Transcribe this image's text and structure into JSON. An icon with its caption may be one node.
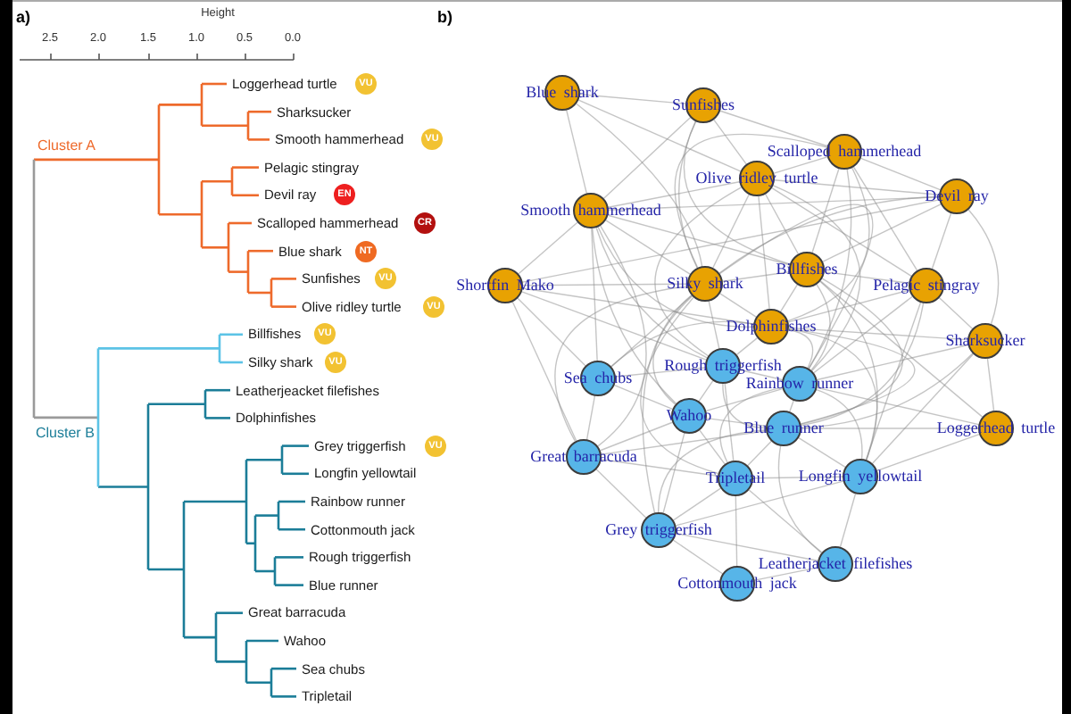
{
  "diagram": {
    "nodes": [
      {
        "text": [
          "VU"
        ]
      },
      {
        "text": [
          "VU"
        ]
      },
      {
        "text": [
          "EN"
        ]
      },
      {
        "text": [
          "CR"
        ]
      },
      {
        "text": [
          "NT"
        ]
      },
      {
        "text": [
          "VU"
        ]
      },
      {
        "text": [
          "VU"
        ]
      },
      {
        "text": [
          "VU"
        ]
      },
      {
        "text": [
          "VU"
        ]
      },
      {
        "text": [
          "VU"
        ]
      },
      {
        "text": [
          "Blue shark"
        ]
      },
      {
        "text": [
          "Sunfishes"
        ]
      },
      {
        "text": [
          "Scalloped hammerhead"
        ]
      },
      {
        "text": [
          "Olive ridley turtle"
        ]
      },
      {
        "text": [
          "Devil ray"
        ]
      },
      {
        "text": [
          "Smooth hammerhead"
        ]
      },
      {
        "text": [
          "Billfishes"
        ]
      },
      {
        "text": [
          "Shortfin Mako"
        ]
      },
      {
        "text": [
          "Silky shark"
        ]
      },
      {
        "text": [
          "Pelagic stingray"
        ]
      },
      {
        "text": [
          "Dolphinfishes"
        ]
      },
      {
        "text": [
          "Sharksucker"
        ]
      },
      {
        "text": [
          "Rough triggerfish"
        ]
      },
      {
        "text": [
          "Sea chubs"
        ]
      },
      {
        "text": [
          "Rainbow runner"
        ]
      },
      {
        "text": [
          "Wahoo"
        ]
      },
      {
        "text": [
          "Blue runner"
        ]
      },
      {
        "text": [
          "Loggerhead turtle"
        ]
      },
      {
        "text": [
          "Great barracuda"
        ]
      },
      {
        "text": [
          "Longfin yellowtail"
        ]
      },
      {
        "text": [
          "Tripletail"
        ]
      },
      {
        "text": [
          "Grey triggerfish"
        ]
      },
      {
        "text": [
          "Leatherjacket filefishes"
        ]
      },
      {
        "text": [
          "Cottonmouth jack"
        ]
      }
    ],
    "edges": [
      {
        "from": 10,
        "to": 18,
        "arrow": "none"
      },
      {
        "from": 10,
        "to": 11,
        "arrow": "none"
      },
      {
        "from": 10,
        "to": 13,
        "arrow": "none"
      },
      {
        "from": 10,
        "to": 15,
        "arrow": "none"
      },
      {
        "from": 11,
        "to": 18,
        "arrow": "none"
      },
      {
        "from": 11,
        "to": 16,
        "arrow": "none"
      },
      {
        "from": 11,
        "to": 12,
        "arrow": "none"
      },
      {
        "from": 11,
        "to": 13,
        "arrow": "none"
      },
      {
        "from": 11,
        "to": 15,
        "arrow": "none"
      },
      {
        "from": 12,
        "to": 18,
        "arrow": "none"
      },
      {
        "from": 12,
        "to": 20,
        "arrow": "none"
      },
      {
        "from": 12,
        "to": 24,
        "arrow": "none"
      },
      {
        "from": 12,
        "to": 16,
        "arrow": "none"
      },
      {
        "from": 12,
        "to": 13,
        "arrow": "none"
      },
      {
        "from": 12,
        "to": 14,
        "arrow": "none"
      },
      {
        "from": 12,
        "to": 19,
        "arrow": "none"
      },
      {
        "from": 13,
        "to": 18,
        "arrow": "none"
      },
      {
        "from": 13,
        "to": 20,
        "arrow": "none"
      },
      {
        "from": 13,
        "to": 22,
        "arrow": "none"
      },
      {
        "from": 13,
        "to": 24,
        "arrow": "none"
      },
      {
        "from": 13,
        "to": 14,
        "arrow": "none"
      },
      {
        "from": 13,
        "to": 15,
        "arrow": "none"
      },
      {
        "from": 13,
        "to": 16,
        "arrow": "none"
      },
      {
        "from": 13,
        "to": 19,
        "arrow": "none"
      },
      {
        "from": 14,
        "to": 18,
        "arrow": "none"
      },
      {
        "from": 14,
        "to": 19,
        "arrow": "none"
      },
      {
        "from": 14,
        "to": 21,
        "arrow": "none"
      },
      {
        "from": 14,
        "to": 15,
        "arrow": "none"
      },
      {
        "from": 14,
        "to": 16,
        "arrow": "none"
      },
      {
        "from": 14,
        "to": 17,
        "arrow": "none"
      },
      {
        "from": 15,
        "to": 18,
        "arrow": "none"
      },
      {
        "from": 15,
        "to": 20,
        "arrow": "none"
      },
      {
        "from": 15,
        "to": 22,
        "arrow": "none"
      },
      {
        "from": 15,
        "to": 25,
        "arrow": "none"
      },
      {
        "from": 15,
        "to": 28,
        "arrow": "none"
      },
      {
        "from": 15,
        "to": 23,
        "arrow": "none"
      },
      {
        "from": 15,
        "to": 16,
        "arrow": "none"
      },
      {
        "from": 15,
        "to": 17,
        "arrow": "none"
      },
      {
        "from": 16,
        "to": 18,
        "arrow": "none"
      },
      {
        "from": 16,
        "to": 20,
        "arrow": "none"
      },
      {
        "from": 16,
        "to": 24,
        "arrow": "none"
      },
      {
        "from": 16,
        "to": 26,
        "arrow": "none"
      },
      {
        "from": 16,
        "to": 19,
        "arrow": "none"
      },
      {
        "from": 16,
        "to": 29,
        "arrow": "none"
      },
      {
        "from": 16,
        "to": 27,
        "arrow": "none"
      },
      {
        "from": 17,
        "to": 18,
        "arrow": "none"
      },
      {
        "from": 17,
        "to": 20,
        "arrow": "none"
      },
      {
        "from": 17,
        "to": 22,
        "arrow": "none"
      },
      {
        "from": 17,
        "to": 23,
        "arrow": "none"
      },
      {
        "from": 17,
        "to": 28,
        "arrow": "none"
      },
      {
        "from": 18,
        "to": 20,
        "arrow": "none"
      },
      {
        "from": 18,
        "to": 22,
        "arrow": "none"
      },
      {
        "from": 18,
        "to": 24,
        "arrow": "none"
      },
      {
        "from": 18,
        "to": 25,
        "arrow": "none"
      },
      {
        "from": 18,
        "to": 23,
        "arrow": "none"
      },
      {
        "from": 18,
        "to": 28,
        "arrow": "none"
      },
      {
        "from": 18,
        "to": 30,
        "arrow": "none"
      },
      {
        "from": 18,
        "to": 31,
        "arrow": "none"
      },
      {
        "from": 19,
        "to": 20,
        "arrow": "none"
      },
      {
        "from": 19,
        "to": 24,
        "arrow": "none"
      },
      {
        "from": 19,
        "to": 26,
        "arrow": "none"
      },
      {
        "from": 19,
        "to": 21,
        "arrow": "none"
      },
      {
        "from": 19,
        "to": 29,
        "arrow": "none"
      },
      {
        "from": 20,
        "to": 22,
        "arrow": "none"
      },
      {
        "from": 20,
        "to": 24,
        "arrow": "none"
      },
      {
        "from": 20,
        "to": 26,
        "arrow": "none"
      },
      {
        "from": 20,
        "to": 23,
        "arrow": "none"
      },
      {
        "from": 20,
        "to": 29,
        "arrow": "none"
      },
      {
        "from": 20,
        "to": 21,
        "arrow": "none"
      },
      {
        "from": 21,
        "to": 24,
        "arrow": "none"
      },
      {
        "from": 21,
        "to": 26,
        "arrow": "none"
      },
      {
        "from": 21,
        "to": 27,
        "arrow": "none"
      },
      {
        "from": 21,
        "to": 29,
        "arrow": "none"
      },
      {
        "from": 22,
        "to": 24,
        "arrow": "none"
      },
      {
        "from": 22,
        "to": 25,
        "arrow": "none"
      },
      {
        "from": 22,
        "to": 26,
        "arrow": "none"
      },
      {
        "from": 22,
        "to": 23,
        "arrow": "none"
      },
      {
        "from": 22,
        "to": 30,
        "arrow": "none"
      },
      {
        "from": 23,
        "to": 25,
        "arrow": "none"
      },
      {
        "from": 23,
        "to": 28,
        "arrow": "none"
      },
      {
        "from": 24,
        "to": 26,
        "arrow": "none"
      },
      {
        "from": 24,
        "to": 30,
        "arrow": "none"
      },
      {
        "from": 24,
        "to": 29,
        "arrow": "none"
      },
      {
        "from": 24,
        "to": 25,
        "arrow": "none"
      },
      {
        "from": 24,
        "to": 27,
        "arrow": "none"
      },
      {
        "from": 25,
        "to": 26,
        "arrow": "none"
      },
      {
        "from": 25,
        "to": 28,
        "arrow": "none"
      },
      {
        "from": 25,
        "to": 30,
        "arrow": "none"
      },
      {
        "from": 25,
        "to": 31,
        "arrow": "none"
      },
      {
        "from": 26,
        "to": 30,
        "arrow": "none"
      },
      {
        "from": 26,
        "to": 29,
        "arrow": "none"
      },
      {
        "from": 26,
        "to": 32,
        "arrow": "none"
      },
      {
        "from": 26,
        "to": 31,
        "arrow": "none"
      },
      {
        "from": 26,
        "to": 28,
        "arrow": "none"
      },
      {
        "from": 27,
        "to": 26,
        "arrow": "none"
      },
      {
        "from": 27,
        "to": 29,
        "arrow": "none"
      },
      {
        "from": 28,
        "to": 30,
        "arrow": "none"
      },
      {
        "from": 28,
        "to": 31,
        "arrow": "none"
      },
      {
        "from": 29,
        "to": 30,
        "arrow": "none"
      },
      {
        "from": 29,
        "to": 32,
        "arrow": "none"
      },
      {
        "from": 29,
        "to": 31,
        "arrow": "none"
      },
      {
        "from": 30,
        "to": 31,
        "arrow": "none"
      },
      {
        "from": 30,
        "to": 33,
        "arrow": "none"
      },
      {
        "from": 30,
        "to": 32,
        "arrow": "none"
      },
      {
        "from": 31,
        "to": 33,
        "arrow": "none"
      },
      {
        "from": 31,
        "to": 32,
        "arrow": "none"
      },
      {
        "from": 32,
        "to": 33,
        "arrow": "none"
      }
    ],
    "labels": [
      "a)",
      "Height",
      "2.5",
      "2.0",
      "1.5",
      "1.0",
      "0.5",
      "0.0",
      "Loggerhead turtle",
      "Sharksucker",
      "Smooth hammerhead",
      "Cluster A",
      "Pelagic stingray",
      "Devil ray",
      "Scalloped hammerhead",
      "Blue shark",
      "Sunfishes",
      "Olive ridley turtle",
      "Billfishes",
      "Silky shark",
      "Leatherjeacket filefishes",
      "Dolphinfishes",
      "Cluster B",
      "Grey triggerfish",
      "Longfin yellowtail",
      "Rainbow runner",
      "Cottonmouth jack",
      "Rough triggerfish",
      "Blue runner",
      "Great barracuda",
      "Wahoo",
      "Sea chubs",
      "Tripletail",
      "b)"
    ]
  }
}
